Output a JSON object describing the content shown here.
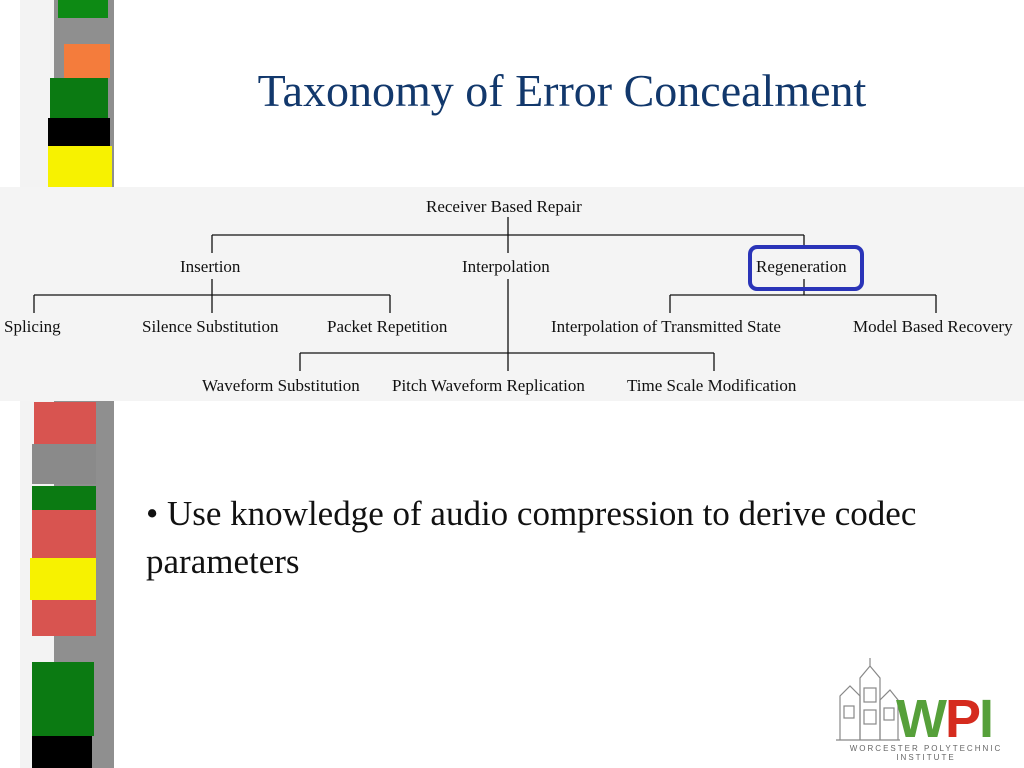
{
  "slide": {
    "title": "Taxonomy of Error Concealment",
    "bullet": "• Use knowledge of audio compression to derive codec parameters"
  },
  "diagram": {
    "root": "Receiver Based Repair",
    "level1": [
      "Insertion",
      "Interpolation",
      "Regeneration"
    ],
    "insertion_children": [
      "Splicing",
      "Silence Substitution",
      "Packet Repetition"
    ],
    "regeneration_children": [
      "Interpolation of Transmitted State",
      "Model Based Recovery"
    ],
    "interpolation_children": [
      "Waveform Substitution",
      "Pitch Waveform Replication",
      "Time Scale Modification"
    ],
    "highlighted": "Regeneration",
    "highlight_color": "#2a34b8"
  },
  "logo": {
    "letters": [
      "W",
      "P",
      "I"
    ],
    "subtitle": "WORCESTER POLYTECHNIC INSTITUTE",
    "colors": {
      "green": "#56a03a",
      "red": "#d52b1e"
    }
  },
  "decoration": {
    "stripe_colors": [
      "#1a8a1a",
      "#f47c3c",
      "#0b7a12",
      "#000000",
      "#f7f200",
      "#d85450",
      "#808080"
    ]
  }
}
